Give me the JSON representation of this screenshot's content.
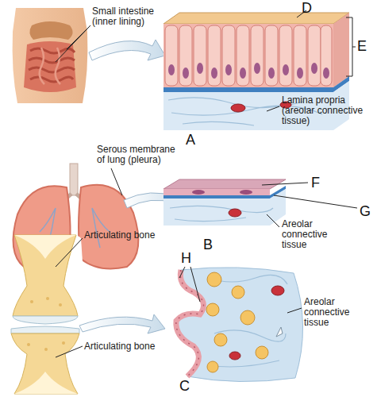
{
  "diagram": {
    "labels": [
      "Small intestine (inner lining)",
      "D",
      "E",
      "Lamina propria (areolar connective tissue)",
      "A",
      "Serous membrane of lung (pleura)",
      "F",
      "G",
      "Areolar connective tissue",
      "B",
      "Articulating bone",
      "H",
      "Areolar connective tissue",
      "Articulating bone",
      "C"
    ]
  }
}
